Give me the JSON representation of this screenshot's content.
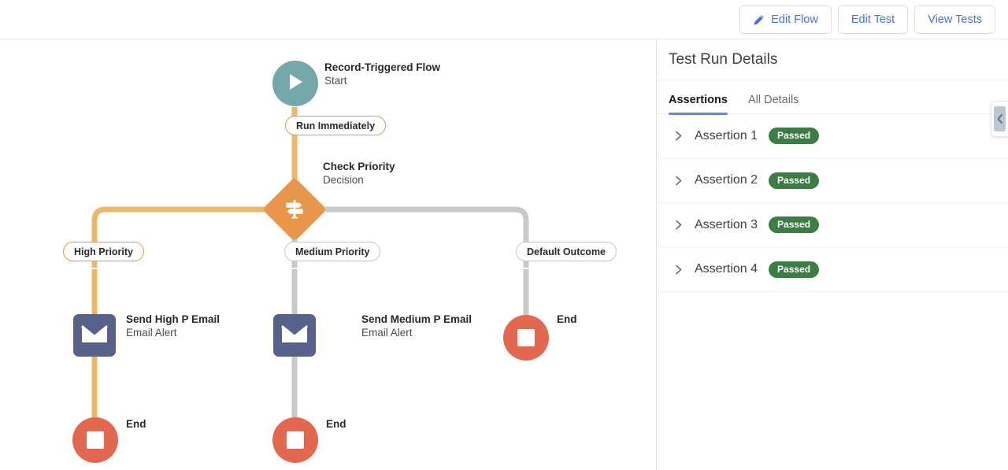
{
  "toolbar": {
    "buttons": [
      {
        "label": "Edit Flow",
        "icon": "pencil-icon"
      },
      {
        "label": "Edit Test",
        "icon": null
      },
      {
        "label": "View Tests",
        "icon": null
      }
    ]
  },
  "canvas": {
    "nodes": [
      {
        "id": "start",
        "title": "Record-Triggered Flow",
        "subtitle": "Start",
        "icon": "play-icon",
        "color": "#73a7a9"
      },
      {
        "id": "decision",
        "title": "Check Priority",
        "subtitle": "Decision",
        "icon": "signpost-icon",
        "color": "#e8974a"
      },
      {
        "id": "email-high",
        "title": "Send High P Email",
        "subtitle": "Email Alert",
        "icon": "envelope-icon",
        "color": "#56618c"
      },
      {
        "id": "email-medium",
        "title": "Send Medium P Email",
        "subtitle": "Email Alert",
        "icon": "envelope-icon",
        "color": "#56618c"
      },
      {
        "id": "end-high",
        "title": "End",
        "subtitle": "",
        "icon": "stop-icon",
        "color": "#e2684f"
      },
      {
        "id": "end-medium",
        "title": "End",
        "subtitle": "",
        "icon": "stop-icon",
        "color": "#e2684f"
      },
      {
        "id": "end-default",
        "title": "End",
        "subtitle": "",
        "icon": "stop-icon",
        "color": "#e2684f"
      }
    ],
    "connector_pills": [
      {
        "id": "run-immediately",
        "label": "Run Immediately",
        "highlighted": true
      },
      {
        "id": "high-priority",
        "label": "High Priority",
        "highlighted": true
      },
      {
        "id": "medium-priority",
        "label": "Medium Priority",
        "highlighted": false
      },
      {
        "id": "default-outcome",
        "label": "Default Outcome",
        "highlighted": false
      }
    ],
    "path_colors": {
      "highlighted": "#eeb66a",
      "normal": "#c9c9c9"
    }
  },
  "panel": {
    "title": "Test Run Details",
    "tabs": [
      {
        "label": "Assertions",
        "active": true
      },
      {
        "label": "All Details",
        "active": false
      }
    ],
    "assertions": [
      {
        "name": "Assertion 1",
        "status": "Passed"
      },
      {
        "name": "Assertion 2",
        "status": "Passed"
      },
      {
        "name": "Assertion 3",
        "status": "Passed"
      },
      {
        "name": "Assertion 4",
        "status": "Passed"
      }
    ],
    "status_color": "#3c7d45",
    "collapse_handle_icon": "chevron-left-icon"
  }
}
